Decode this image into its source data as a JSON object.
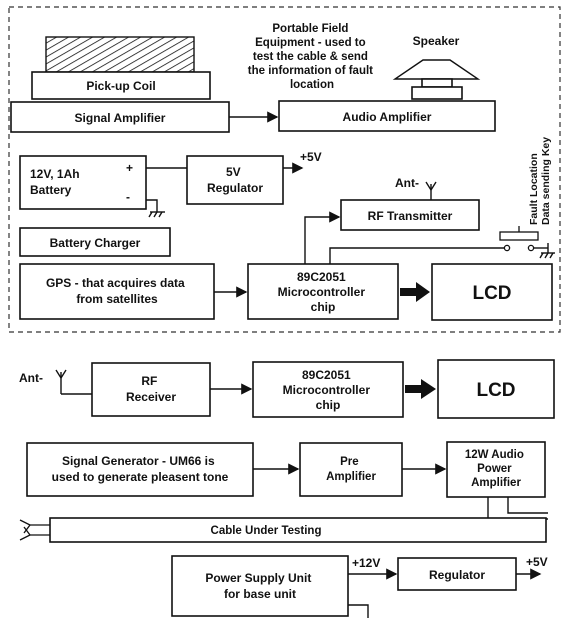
{
  "field_unit": {
    "caption": [
      "Portable Field",
      "Equipment - used to",
      "test the cable & send",
      "the information of fault",
      "location"
    ],
    "pickup_coil": "Pick-up Coil",
    "speaker": "Speaker",
    "signal_amplifier": "Signal Amplifier",
    "audio_amplifier": "Audio Amplifier",
    "battery": [
      "12V, 1Ah",
      "Battery"
    ],
    "battery_plus": "+",
    "battery_minus": "-",
    "regulator": [
      "5V",
      "Regulator"
    ],
    "plus5v": "+5V",
    "ant": "Ant-",
    "rf_transmitter": "RF Transmitter",
    "battery_charger": "Battery Charger",
    "gps": [
      "GPS - that acquires data",
      "from satellites"
    ],
    "microcontroller": [
      "89C2051",
      "Microcontroller",
      "chip"
    ],
    "lcd": "LCD",
    "key_label": [
      "Fault Location",
      "Data sending Key"
    ]
  },
  "base_unit": {
    "ant": "Ant-",
    "rf_receiver": [
      "RF",
      "Receiver"
    ],
    "microcontroller": [
      "89C2051",
      "Microcontroller",
      "chip"
    ],
    "lcd": "LCD",
    "signal_generator": [
      "Signal Generator - UM66 is",
      "used to generate pleasent tone"
    ],
    "pre_amplifier": [
      "Pre",
      "Amplifier"
    ],
    "power_amplifier": [
      "12W Audio",
      "Power",
      "Amplifier"
    ],
    "cable": "Cable Under Testing",
    "power_supply": [
      "Power Supply Unit",
      "for base unit"
    ],
    "plus12v": "+12V",
    "regulator": "Regulator",
    "plus5v": "+5V"
  }
}
